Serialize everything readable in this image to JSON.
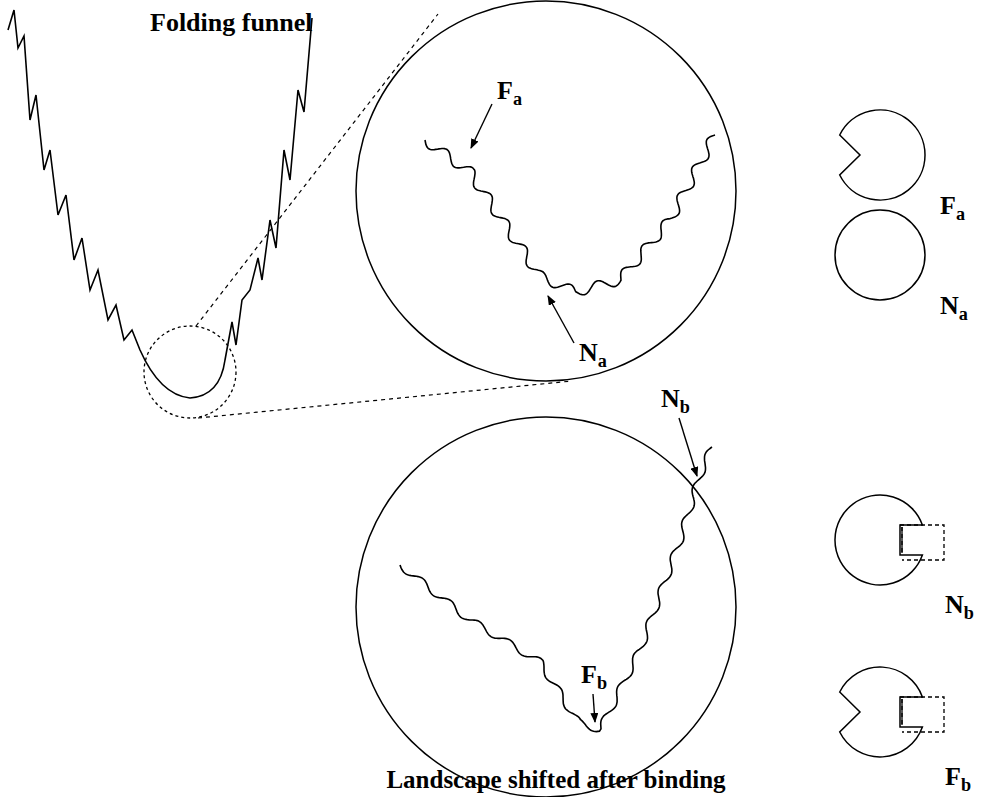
{
  "diagram": {
    "nodes": [
      {
        "text": [
          "Fa",
          "Na"
        ]
      },
      {
        "text": [
          "Nb",
          "Fb"
        ]
      },
      {
        "text": [
          "Fa"
        ]
      },
      {
        "text": [
          "Na"
        ]
      },
      {
        "text": [
          "Nb"
        ]
      },
      {
        "text": [
          "Fb"
        ]
      }
    ],
    "labels": [
      "Folding funnel",
      "Landscape shifted after binding"
    ]
  }
}
